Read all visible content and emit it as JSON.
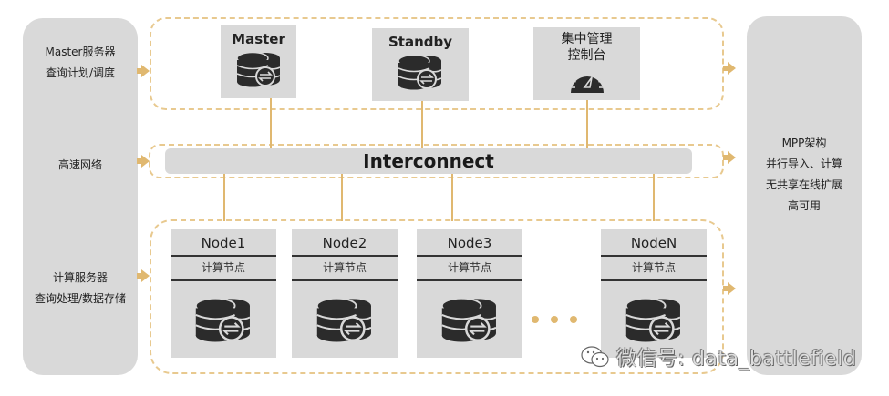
{
  "left_panel": {
    "master_lines": [
      "Master服务器",
      "查询计划/调度"
    ],
    "network_label": "高速网络",
    "compute_lines": [
      "计算服务器",
      "查询处理/数据存储"
    ]
  },
  "top_row": {
    "master": {
      "title": "Master",
      "icon": "database-sync-icon"
    },
    "standby": {
      "title": "Standby",
      "icon": "database-sync-icon"
    },
    "console": {
      "title_lines": [
        "集中管理",
        "控制台"
      ],
      "icon": "gauge-icon"
    }
  },
  "interconnect": {
    "label": "Interconnect"
  },
  "nodes": [
    {
      "name": "Node1",
      "role": "计算节点",
      "icon": "database-sync-icon"
    },
    {
      "name": "Node2",
      "role": "计算节点",
      "icon": "database-sync-icon"
    },
    {
      "name": "Node3",
      "role": "计算节点",
      "icon": "database-sync-icon"
    },
    {
      "name": "NodeN",
      "role": "计算节点",
      "icon": "database-sync-icon"
    }
  ],
  "ellipsis": "...",
  "right_panel": {
    "lines": [
      "MPP架构",
      "并行导入、计算",
      "无共享在线扩展",
      "高可用"
    ]
  },
  "watermark": {
    "text": "微信号: data_battlefield",
    "icon": "wechat-icon"
  },
  "colors": {
    "panel_gray": "#d9d9d9",
    "accent_gold": "#e0b870",
    "dash_gold": "#e8c98f",
    "icon_dark": "#2b2b2b"
  }
}
